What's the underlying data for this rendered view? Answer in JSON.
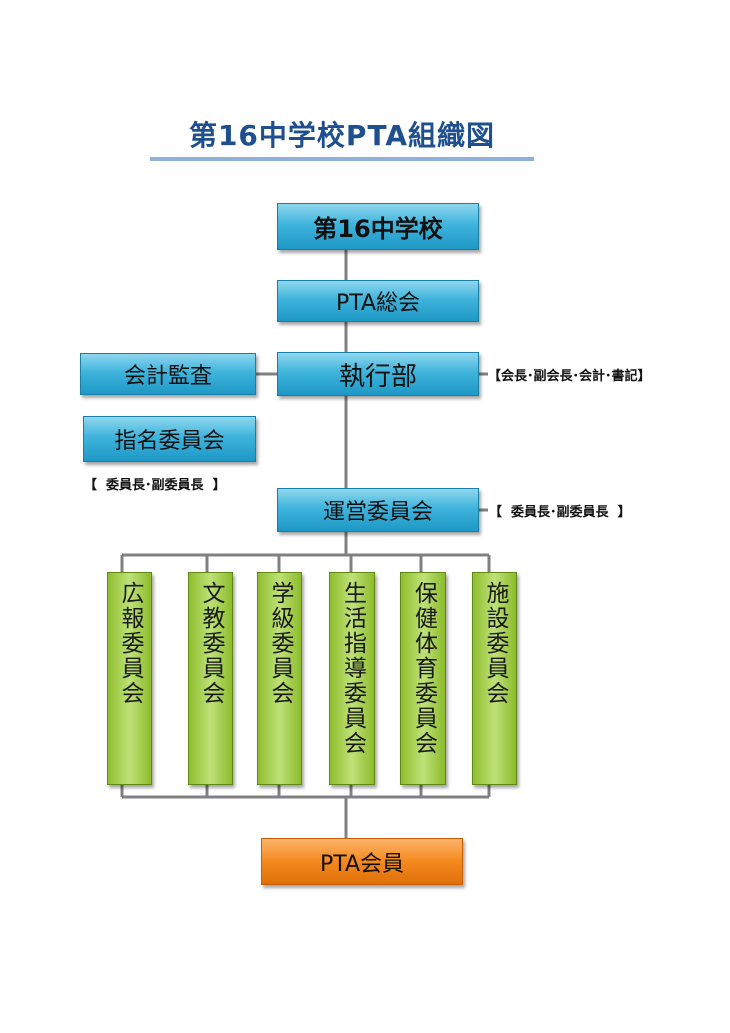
{
  "title": "第16中学校PTA組織図",
  "boxes": {
    "school": "第16中学校",
    "general_meeting": "PTA総会",
    "executive": "執行部",
    "audit": "会計監査",
    "nomination": "指名委員会",
    "steering": "運営委員会",
    "members": "PTA会員"
  },
  "notes": {
    "executive_roles": "【会長･副会長･会計･書記】",
    "nomination_roles": "【  委員長･副委員長  】",
    "steering_roles": "【  委員長･副委員長  】"
  },
  "committees": [
    "広報委員会",
    "文教委員会",
    "学級委員会",
    "生活指導委員会",
    "保健体育委員会",
    "施設委員会"
  ],
  "colors": {
    "title": "#1f4f8e",
    "blue_box": "#2fa8d6",
    "green_box": "#a6d04c",
    "orange_box": "#f4891e",
    "connector": "#808080"
  }
}
